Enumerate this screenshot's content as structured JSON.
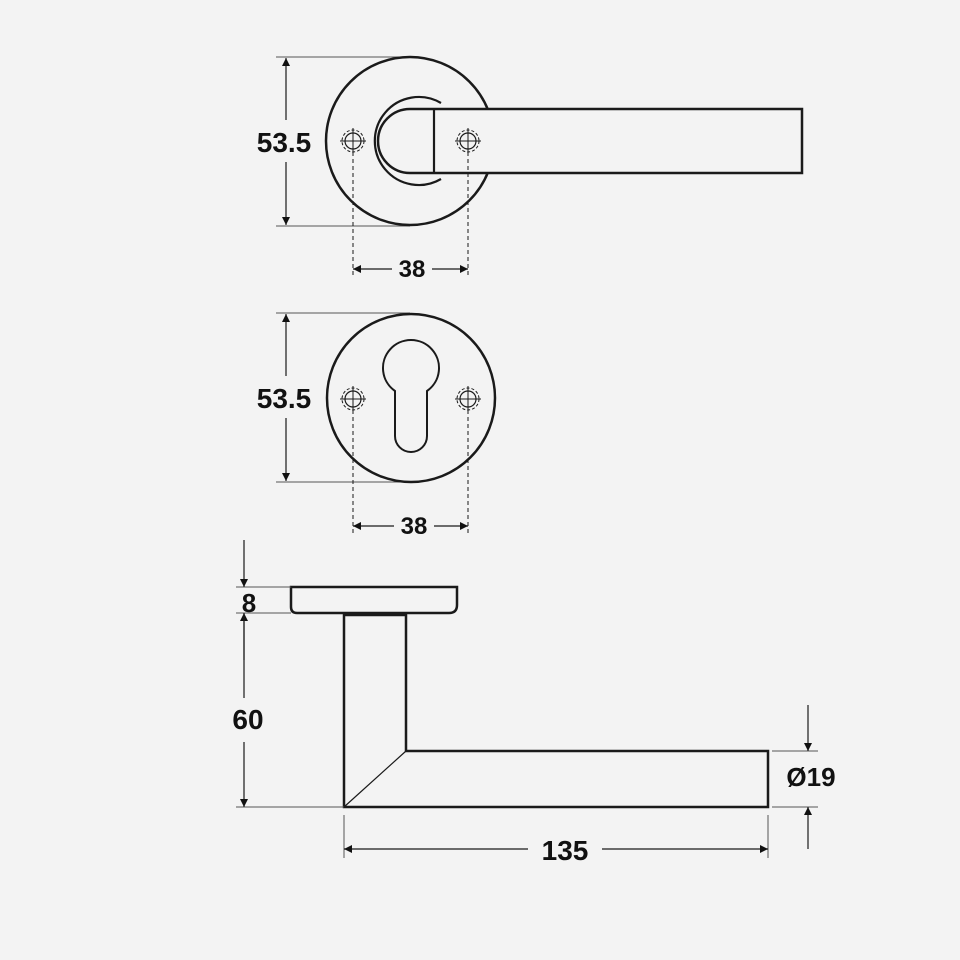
{
  "colors": {
    "background": "#f3f3f3",
    "stroke": "#1a1a1a",
    "fill": "#f3f3f3"
  },
  "views": {
    "top": {
      "height_dim": "53.5",
      "hole_spacing_dim": "38"
    },
    "escutcheon": {
      "height_dim": "53.5",
      "hole_spacing_dim": "38"
    },
    "side": {
      "rose_thickness_dim": "8",
      "projection_dim": "60",
      "lever_length_dim": "135",
      "lever_diameter_dim": "Ø19"
    }
  }
}
